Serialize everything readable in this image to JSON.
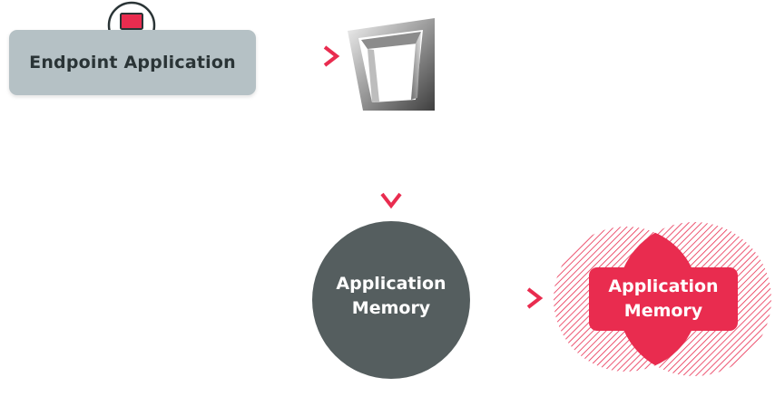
{
  "nodes": {
    "endpoint": {
      "label": "Endpoint Application",
      "icon": "monitor-icon"
    },
    "gateway": {
      "icon": "frame-icon"
    },
    "memory_clean": {
      "line1": "Application",
      "line2": "Memory"
    },
    "memory_compromised": {
      "line1": "Application",
      "line2": "Memory"
    }
  },
  "colors": {
    "accent": "#e92c4f",
    "dark": "#2a3436",
    "box_gray": "#b5c1c5",
    "circle_gray": "#555e5f"
  }
}
